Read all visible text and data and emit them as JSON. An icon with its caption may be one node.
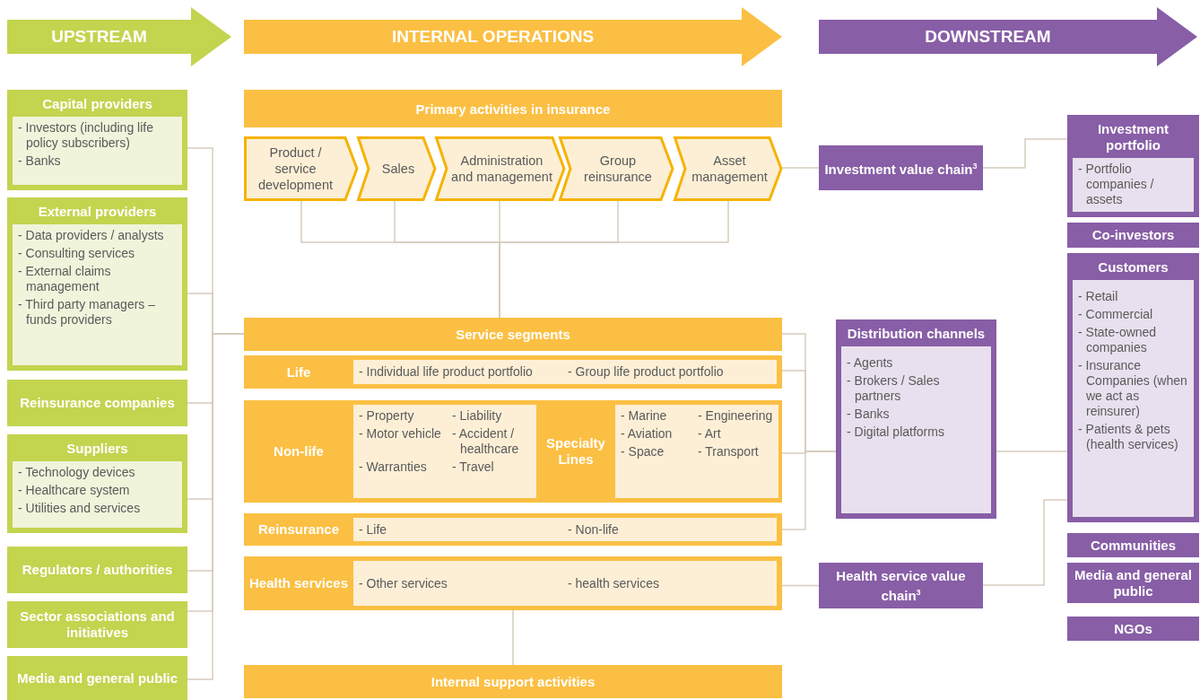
{
  "diagram": {
    "nodes": [
      {
        "text": [
          "UPSTREAM"
        ]
      },
      {
        "text": [
          "INTERNAL OPERATIONS"
        ]
      },
      {
        "text": [
          "DOWNSTREAM"
        ]
      },
      {
        "text": [
          "Capital providers",
          "- Investors (including life policy subscribers)",
          "- Banks"
        ]
      },
      {
        "text": [
          "External providers",
          "- Data providers / analysts",
          "- Consulting services",
          "- External claims management",
          "- Third party managers – funds providers"
        ]
      },
      {
        "text": [
          "Reinsurance companies"
        ]
      },
      {
        "text": [
          "Suppliers",
          "- Technology devices",
          "- Healthcare system",
          "- Utilities and services"
        ]
      },
      {
        "text": [
          "Regulators / authorities"
        ]
      },
      {
        "text": [
          "Sector associations and initiatives"
        ]
      },
      {
        "text": [
          "Media and general public"
        ]
      },
      {
        "text": [
          "Primary activities in insurance"
        ]
      },
      {
        "text": [
          "Product / service development"
        ]
      },
      {
        "text": [
          "Sales"
        ]
      },
      {
        "text": [
          "Administration and management"
        ]
      },
      {
        "text": [
          "Group reinsurance"
        ]
      },
      {
        "text": [
          "Asset management"
        ]
      },
      {
        "text": [
          "Service segments"
        ]
      },
      {
        "text": [
          "Life",
          "- Individual life product portfolio",
          "- Group life product portfolio"
        ]
      },
      {
        "text": [
          "Non-life",
          "- Property",
          "- Liability",
          "- Motor vehicle",
          "- Accident / healthcare",
          "- Warranties",
          "- Travel",
          "Specialty Lines",
          "- Marine",
          "- Engineering",
          "- Aviation",
          "- Art",
          "- Space",
          "- Transport"
        ]
      },
      {
        "text": [
          "Reinsurance",
          "- Life",
          "- Non-life"
        ]
      },
      {
        "text": [
          "Health services",
          "- Other services",
          "- health services"
        ]
      },
      {
        "text": [
          "Internal support activities"
        ]
      },
      {
        "text": [
          "Investment value chain$^{3}$"
        ]
      },
      {
        "text": [
          "Distribution channels",
          "- Agents",
          "- Brokers / Sales partners",
          "- Banks",
          "- Digital platforms"
        ]
      },
      {
        "text": [
          "Health service value chain$^{3}$"
        ]
      },
      {
        "text": [
          "Investment portfolio",
          "- Portfolio companies / assets"
        ]
      },
      {
        "text": [
          "Co-investors"
        ]
      },
      {
        "text": [
          "Customers",
          "- Retail",
          "- Commercial",
          "- State-owned companies",
          "- Insurance Companies (when we act as reinsurer)",
          "- Patients & pets (health services)"
        ]
      },
      {
        "text": [
          "Communities"
        ]
      },
      {
        "text": [
          "Media and general public"
        ]
      },
      {
        "text": [
          "NGOs"
        ]
      }
    ],
    "edges": [
      {
        "from": 3,
        "to": 16,
        "arrow": "none"
      },
      {
        "from": 4,
        "to": 16,
        "arrow": "none"
      },
      {
        "from": 5,
        "to": 16,
        "arrow": "none"
      },
      {
        "from": 6,
        "to": 16,
        "arrow": "none"
      },
      {
        "from": 7,
        "to": 16,
        "arrow": "none"
      },
      {
        "from": 8,
        "to": 16,
        "arrow": "none"
      },
      {
        "from": 9,
        "to": 16,
        "arrow": "none"
      },
      {
        "from": 11,
        "to": 16,
        "arrow": "none"
      },
      {
        "from": 12,
        "to": 16,
        "arrow": "none"
      },
      {
        "from": 13,
        "to": 16,
        "arrow": "none"
      },
      {
        "from": 14,
        "to": 16,
        "arrow": "none"
      },
      {
        "from": 15,
        "to": 16,
        "arrow": "none"
      },
      {
        "from": 15,
        "to": 22,
        "arrow": "none"
      },
      {
        "from": 22,
        "to": 25,
        "arrow": "none"
      },
      {
        "from": 16,
        "to": 23,
        "arrow": "none"
      },
      {
        "from": 17,
        "to": 23,
        "arrow": "none"
      },
      {
        "from": 18,
        "to": 23,
        "arrow": "none"
      },
      {
        "from": 19,
        "to": 23,
        "arrow": "none"
      },
      {
        "from": 23,
        "to": 27,
        "arrow": "none"
      },
      {
        "from": 20,
        "to": 24,
        "arrow": "none"
      },
      {
        "from": 24,
        "to": 27,
        "arrow": "none"
      },
      {
        "from": 20,
        "to": 21,
        "arrow": "none"
      }
    ]
  }
}
